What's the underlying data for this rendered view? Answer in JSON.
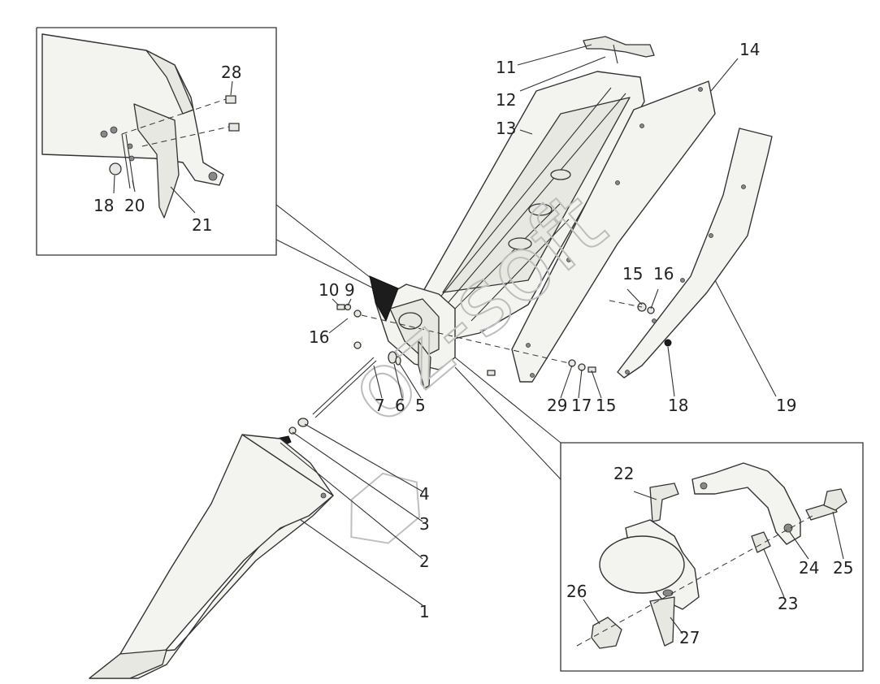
{
  "diagram": {
    "part_labels": [
      "1",
      "2",
      "3",
      "4",
      "5",
      "6",
      "7",
      "9",
      "10",
      "11",
      "12",
      "13",
      "14",
      "15",
      "16",
      "17",
      "18",
      "19",
      "20",
      "21",
      "22",
      "23",
      "24",
      "25",
      "26",
      "27",
      "28",
      "29"
    ],
    "watermark": "oz-soft",
    "colors": {
      "line": "#333333",
      "fill": "#f3f3ef",
      "dark_part": "#1c1c1c",
      "watermark": "#bfbfbf"
    }
  }
}
